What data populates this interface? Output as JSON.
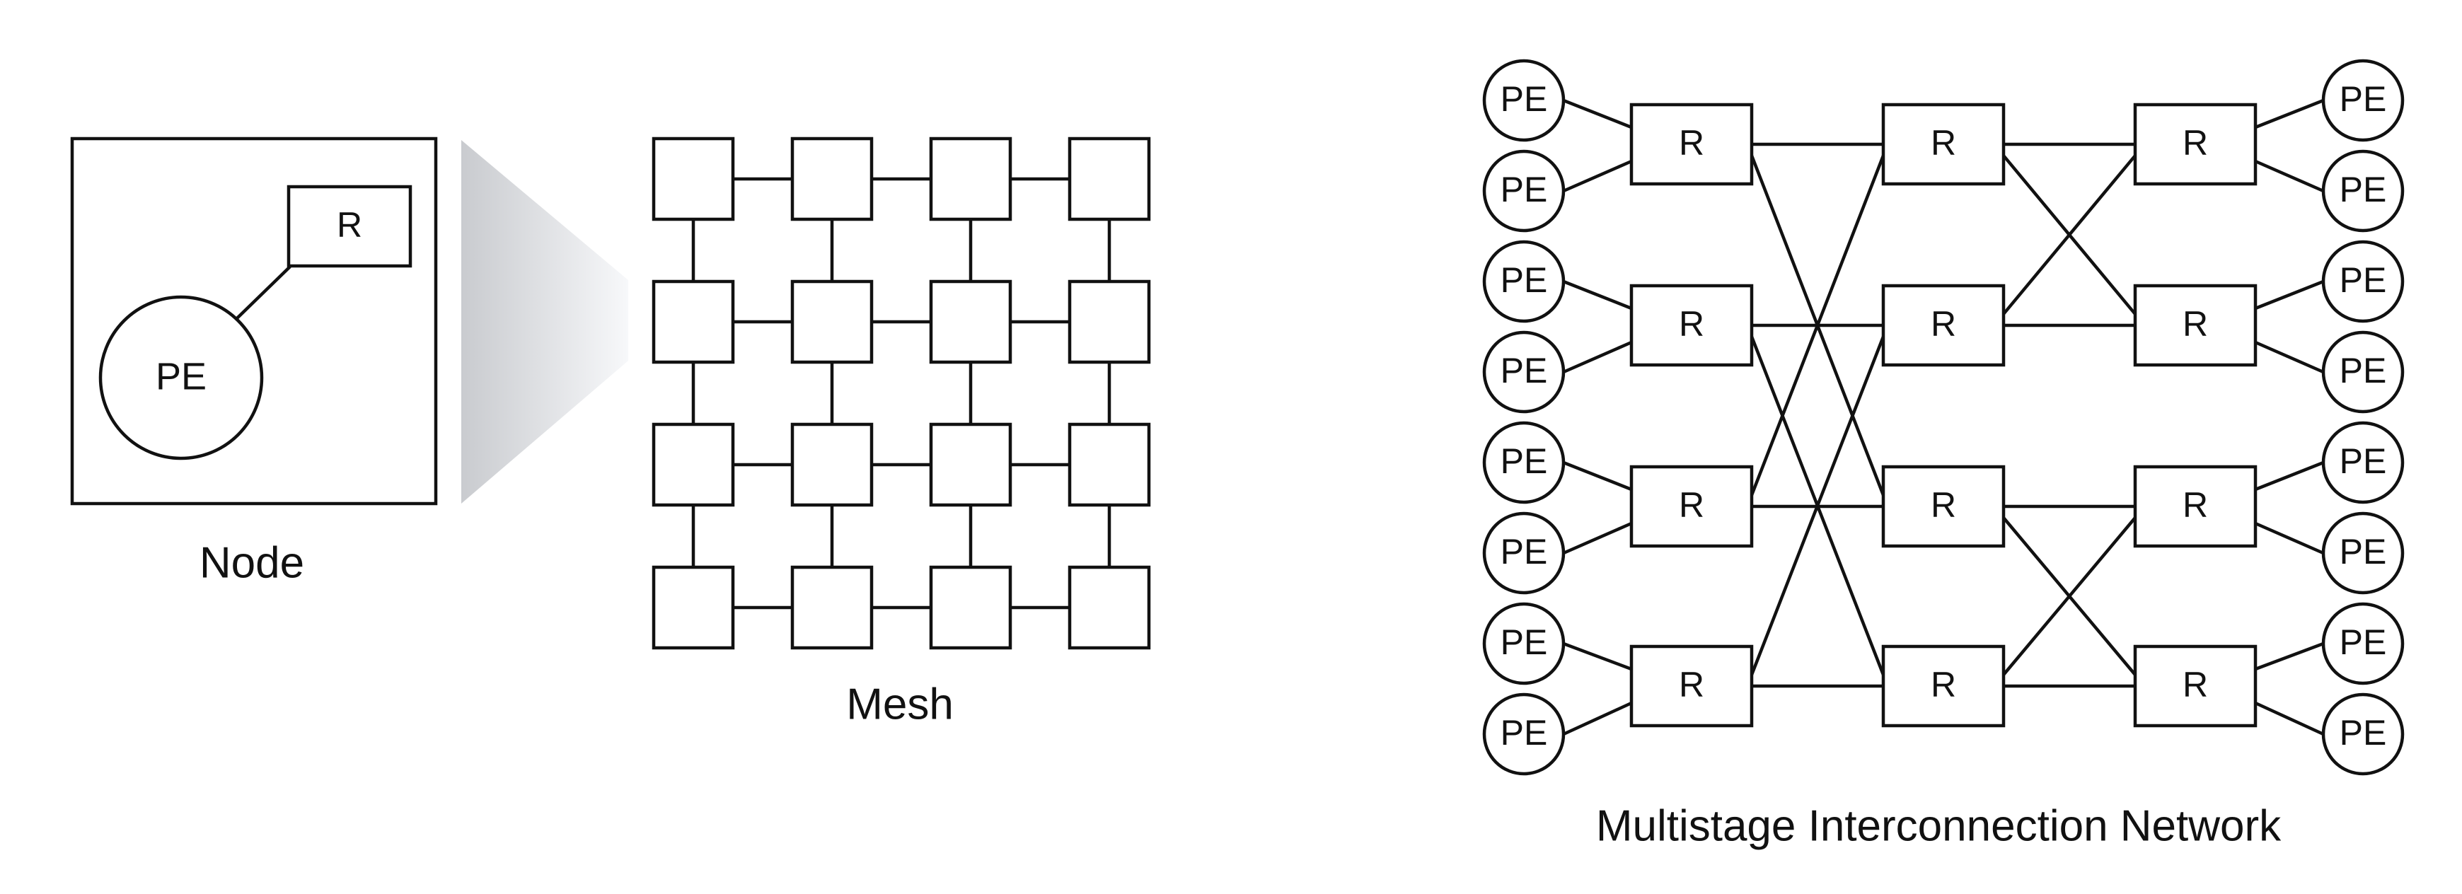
{
  "node": {
    "caption": "Node",
    "pe_label": "PE",
    "router_label": "R"
  },
  "mesh": {
    "caption": "Mesh",
    "rows": 4,
    "cols": 4
  },
  "min": {
    "caption": "Multistage Interconnection Network",
    "pe_label": "PE",
    "router_label": "R",
    "stages": 3,
    "routers_per_stage": 4,
    "pe_per_router": 2
  },
  "colors": {
    "stroke": "#111111",
    "background": "#ffffff",
    "zoom_gradient": [
      "#c9cbcf",
      "#f7f8fa"
    ]
  }
}
